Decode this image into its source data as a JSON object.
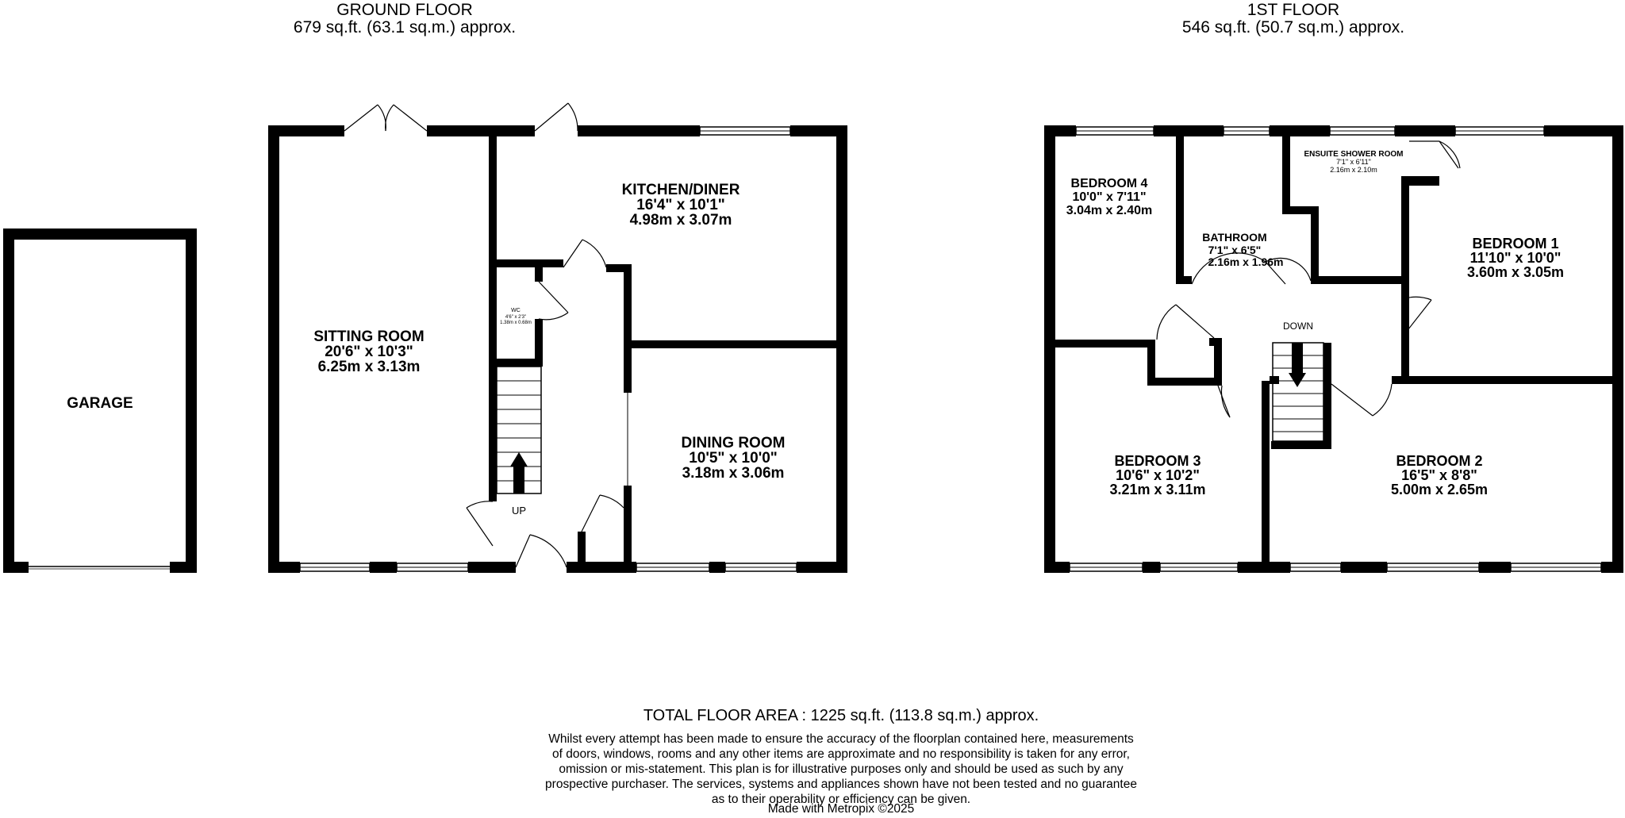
{
  "ground_floor": {
    "title": "GROUND FLOOR",
    "area": "679 sq.ft. (63.1 sq.m.) approx.",
    "rooms": {
      "sitting_room": {
        "name": "SITTING ROOM",
        "imperial": "20'6\"  x 10'3\"",
        "metric": "6.25m  x 3.13m"
      },
      "kitchen_diner": {
        "name": "KITCHEN/DINER",
        "imperial": "16'4\"  x 10'1\"",
        "metric": "4.98m  x 3.07m"
      },
      "dining_room": {
        "name": "DINING ROOM",
        "imperial": "10'5\"  x 10'0\"",
        "metric": "3.18m  x 3.06m"
      },
      "wc": {
        "name": "WC",
        "imperial": "4'6\"  x 2'3\"",
        "metric": "1.38m  x 0.68m"
      },
      "garage": {
        "name": "GARAGE"
      }
    },
    "stair_label": "UP"
  },
  "first_floor": {
    "title": "1ST FLOOR",
    "area": "546 sq.ft. (50.7 sq.m.) approx.",
    "rooms": {
      "bedroom_4": {
        "name": "BEDROOM 4",
        "imperial": "10'0\"  x 7'11\"",
        "metric": "3.04m  x 2.40m"
      },
      "bathroom": {
        "name": "BATHROOM",
        "imperial": "7'1\"  x 6'5\"",
        "metric": "2.16m  x 1.96m"
      },
      "ensuite": {
        "name": "ENSUITE SHOWER ROOM",
        "imperial": "7'1\"  x 6'11\"",
        "metric": "2.16m  x 2.10m"
      },
      "bedroom_1": {
        "name": "BEDROOM 1",
        "imperial": "11'10\"  x 10'0\"",
        "metric": "3.60m  x 3.05m"
      },
      "bedroom_3": {
        "name": "BEDROOM 3",
        "imperial": "10'6\"  x 10'2\"",
        "metric": "3.21m  x 3.11m"
      },
      "bedroom_2": {
        "name": "BEDROOM 2",
        "imperial": "16'5\"  x 8'8\"",
        "metric": "5.00m  x 2.65m"
      }
    },
    "stair_label": "DOWN"
  },
  "footer": {
    "total": "TOTAL FLOOR AREA : 1225 sq.ft. (113.8 sq.m.) approx.",
    "disclaimer": [
      "Whilst every attempt has been made to ensure the accuracy of the floorplan contained here, measurements",
      "of doors, windows, rooms and any other items are approximate and no responsibility is taken for any error,",
      "omission or mis-statement. This plan is for illustrative purposes only and should be used as such by any",
      "prospective purchaser. The services, systems and appliances shown have not been tested and no guarantee",
      "as to their operability or efficiency can be given."
    ],
    "credit": "Made with Metropix ©2025"
  }
}
